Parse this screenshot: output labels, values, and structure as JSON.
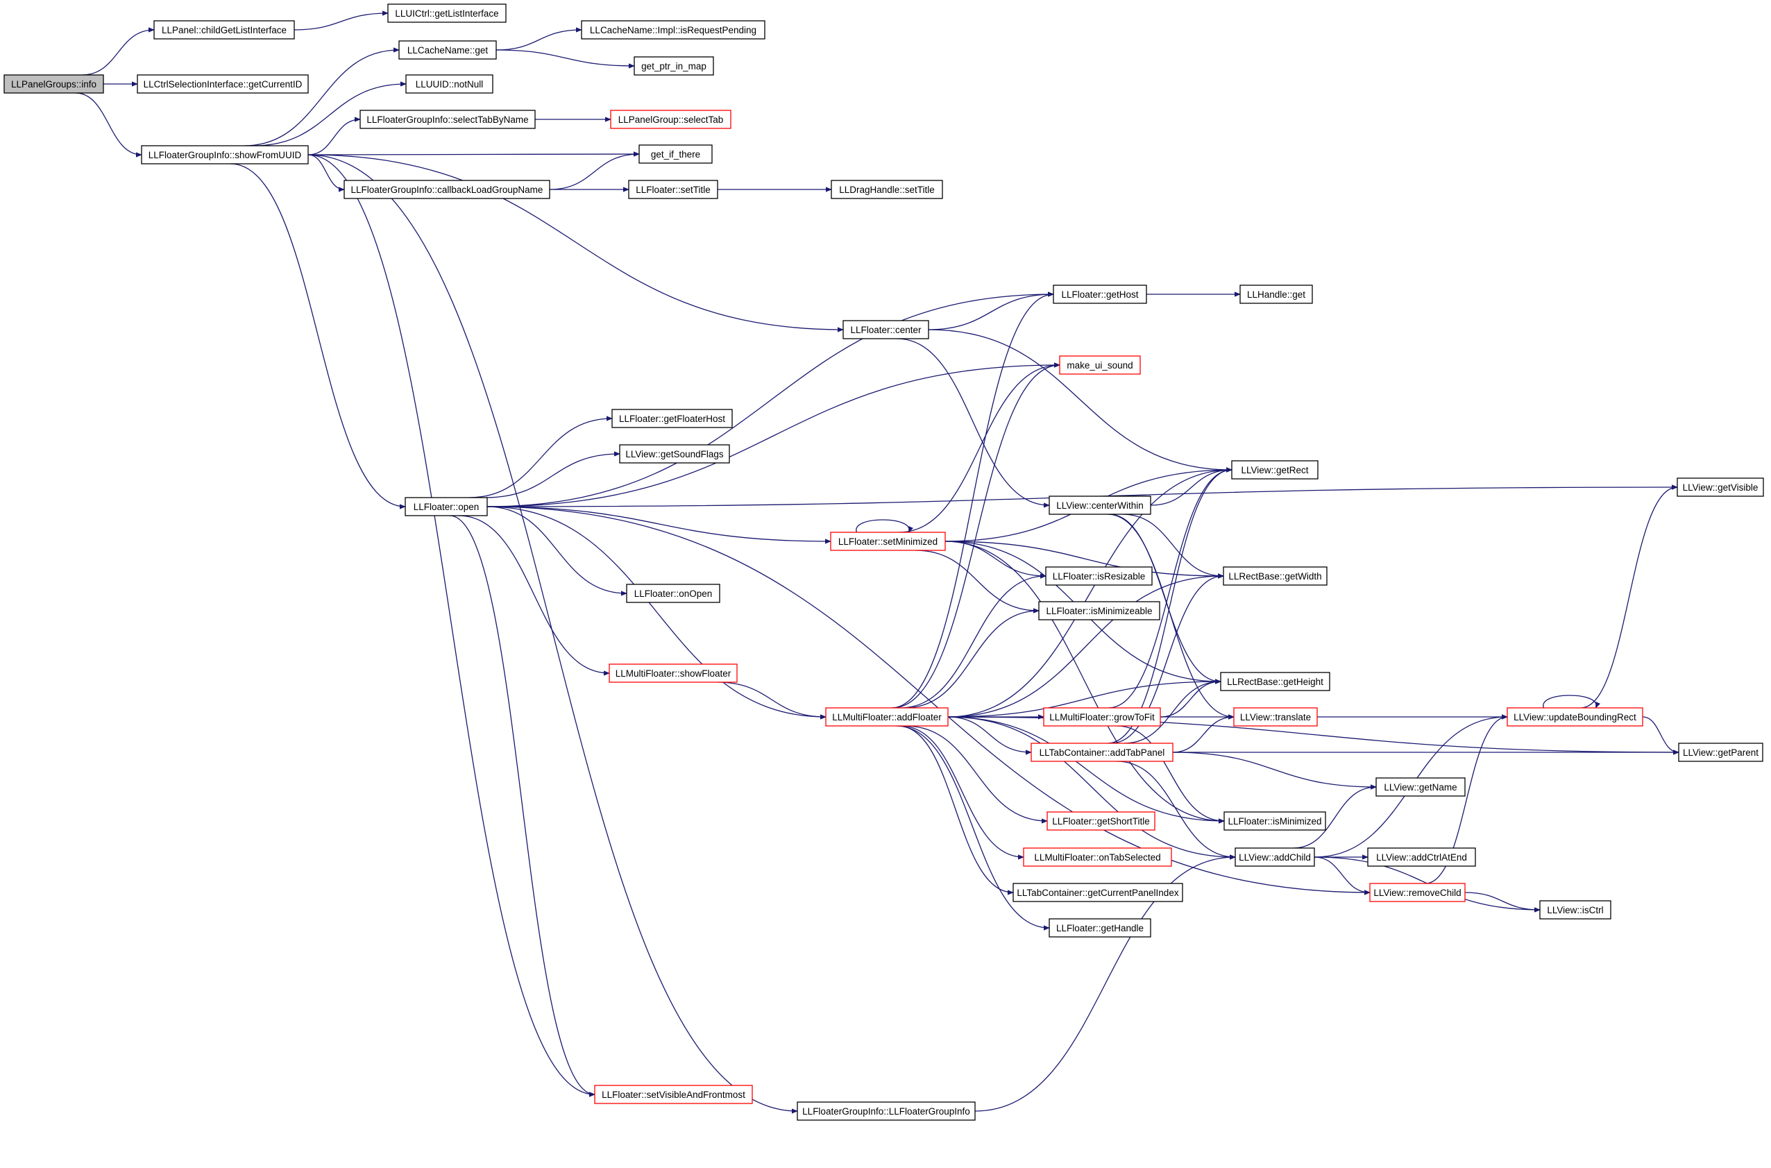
{
  "colors": {
    "edge": "#191970",
    "node_border": "#000000",
    "missing_border": "#ff0000",
    "root_fill": "#bfbfbf"
  },
  "nodes": [
    {
      "id": "n0",
      "label": "LLPanelGroups::info",
      "style": "root"
    },
    {
      "id": "n1",
      "label": "LLPanel::childGetListInterface",
      "style": "normal"
    },
    {
      "id": "n2",
      "label": "LLUICtrl::getListInterface",
      "style": "normal"
    },
    {
      "id": "n3",
      "label": "LLCtrlSelectionInterface::getCurrentID",
      "style": "normal"
    },
    {
      "id": "n4",
      "label": "LLFloaterGroupInfo::showFromUUID",
      "style": "normal"
    },
    {
      "id": "n5",
      "label": "LLCacheName::get",
      "style": "normal"
    },
    {
      "id": "n6",
      "label": "LLCacheName::Impl::isRequestPending",
      "style": "normal"
    },
    {
      "id": "n7",
      "label": "get_ptr_in_map",
      "style": "normal"
    },
    {
      "id": "n8",
      "label": "LLUUID::notNull",
      "style": "normal"
    },
    {
      "id": "n9",
      "label": "LLFloaterGroupInfo::selectTabByName",
      "style": "normal"
    },
    {
      "id": "n10",
      "label": "LLPanelGroup::selectTab",
      "style": "red"
    },
    {
      "id": "n11",
      "label": "get_if_there",
      "style": "normal"
    },
    {
      "id": "n12",
      "label": "LLFloaterGroupInfo::callbackLoadGroupName",
      "style": "normal"
    },
    {
      "id": "n13",
      "label": "LLFloater::setTitle",
      "style": "normal"
    },
    {
      "id": "n14",
      "label": "LLDragHandle::setTitle",
      "style": "normal"
    },
    {
      "id": "n15",
      "label": "LLFloater::getHost",
      "style": "normal"
    },
    {
      "id": "n16",
      "label": "LLHandle::get",
      "style": "normal"
    },
    {
      "id": "n17",
      "label": "LLFloater::center",
      "style": "normal"
    },
    {
      "id": "n18",
      "label": "make_ui_sound",
      "style": "red"
    },
    {
      "id": "n19",
      "label": "LLFloater::getFloaterHost",
      "style": "normal"
    },
    {
      "id": "n20",
      "label": "LLView::getSoundFlags",
      "style": "normal"
    },
    {
      "id": "n21",
      "label": "LLView::getRect",
      "style": "normal"
    },
    {
      "id": "n22",
      "label": "LLView::getVisible",
      "style": "normal"
    },
    {
      "id": "n23",
      "label": "LLFloater::open",
      "style": "normal"
    },
    {
      "id": "n24",
      "label": "LLView::centerWithin",
      "style": "normal"
    },
    {
      "id": "n25",
      "label": "LLFloater::setMinimized",
      "style": "red"
    },
    {
      "id": "n26",
      "label": "LLFloater::isResizable",
      "style": "normal"
    },
    {
      "id": "n27",
      "label": "LLRectBase::getWidth",
      "style": "normal"
    },
    {
      "id": "n28",
      "label": "LLFloater::onOpen",
      "style": "normal"
    },
    {
      "id": "n29",
      "label": "LLFloater::isMinimizeable",
      "style": "normal"
    },
    {
      "id": "n30",
      "label": "LLMultiFloater::showFloater",
      "style": "red"
    },
    {
      "id": "n31",
      "label": "LLRectBase::getHeight",
      "style": "normal"
    },
    {
      "id": "n32",
      "label": "LLMultiFloater::addFloater",
      "style": "red"
    },
    {
      "id": "n33",
      "label": "LLMultiFloater::growToFit",
      "style": "red"
    },
    {
      "id": "n34",
      "label": "LLView::translate",
      "style": "red"
    },
    {
      "id": "n35",
      "label": "LLView::updateBoundingRect",
      "style": "red"
    },
    {
      "id": "n36",
      "label": "LLTabContainer::addTabPanel",
      "style": "red"
    },
    {
      "id": "n37",
      "label": "LLView::getParent",
      "style": "normal"
    },
    {
      "id": "n38",
      "label": "LLView::getName",
      "style": "normal"
    },
    {
      "id": "n39",
      "label": "LLFloater::getShortTitle",
      "style": "red"
    },
    {
      "id": "n40",
      "label": "LLFloater::isMinimized",
      "style": "normal"
    },
    {
      "id": "n41",
      "label": "LLMultiFloater::onTabSelected",
      "style": "red"
    },
    {
      "id": "n42",
      "label": "LLView::addChild",
      "style": "normal"
    },
    {
      "id": "n43",
      "label": "LLView::addCtrlAtEnd",
      "style": "normal"
    },
    {
      "id": "n44",
      "label": "LLTabContainer::getCurrentPanelIndex",
      "style": "normal"
    },
    {
      "id": "n45",
      "label": "LLView::removeChild",
      "style": "red"
    },
    {
      "id": "n46",
      "label": "LLView::isCtrl",
      "style": "normal"
    },
    {
      "id": "n47",
      "label": "LLFloater::getHandle",
      "style": "normal"
    },
    {
      "id": "n48",
      "label": "LLFloater::setVisibleAndFrontmost",
      "style": "red"
    },
    {
      "id": "n49",
      "label": "LLFloaterGroupInfo::LLFloaterGroupInfo",
      "style": "normal"
    }
  ],
  "edges": [
    {
      "from": "n0",
      "to": "n1"
    },
    {
      "from": "n0",
      "to": "n3"
    },
    {
      "from": "n0",
      "to": "n4"
    },
    {
      "from": "n1",
      "to": "n2"
    },
    {
      "from": "n4",
      "to": "n5"
    },
    {
      "from": "n4",
      "to": "n8"
    },
    {
      "from": "n4",
      "to": "n9"
    },
    {
      "from": "n4",
      "to": "n11"
    },
    {
      "from": "n4",
      "to": "n12"
    },
    {
      "from": "n4",
      "to": "n17"
    },
    {
      "from": "n4",
      "to": "n23"
    },
    {
      "from": "n4",
      "to": "n48"
    },
    {
      "from": "n4",
      "to": "n49"
    },
    {
      "from": "n5",
      "to": "n6"
    },
    {
      "from": "n5",
      "to": "n7"
    },
    {
      "from": "n9",
      "to": "n10"
    },
    {
      "from": "n12",
      "to": "n11"
    },
    {
      "from": "n12",
      "to": "n13"
    },
    {
      "from": "n13",
      "to": "n14"
    },
    {
      "from": "n15",
      "to": "n16"
    },
    {
      "from": "n17",
      "to": "n15"
    },
    {
      "from": "n17",
      "to": "n21"
    },
    {
      "from": "n17",
      "to": "n24"
    },
    {
      "from": "n23",
      "to": "n15"
    },
    {
      "from": "n23",
      "to": "n18"
    },
    {
      "from": "n23",
      "to": "n19"
    },
    {
      "from": "n23",
      "to": "n20"
    },
    {
      "from": "n23",
      "to": "n22"
    },
    {
      "from": "n23",
      "to": "n25"
    },
    {
      "from": "n23",
      "to": "n28"
    },
    {
      "from": "n23",
      "to": "n30"
    },
    {
      "from": "n23",
      "to": "n32"
    },
    {
      "from": "n23",
      "to": "n45"
    },
    {
      "from": "n23",
      "to": "n48"
    },
    {
      "from": "n24",
      "to": "n21"
    },
    {
      "from": "n24",
      "to": "n27"
    },
    {
      "from": "n24",
      "to": "n31"
    },
    {
      "from": "n24",
      "to": "n34"
    },
    {
      "from": "n25",
      "to": "n25"
    },
    {
      "from": "n25",
      "to": "n18"
    },
    {
      "from": "n25",
      "to": "n21"
    },
    {
      "from": "n25",
      "to": "n26"
    },
    {
      "from": "n25",
      "to": "n29"
    },
    {
      "from": "n25",
      "to": "n27"
    },
    {
      "from": "n25",
      "to": "n31"
    },
    {
      "from": "n25",
      "to": "n40"
    },
    {
      "from": "n30",
      "to": "n32"
    },
    {
      "from": "n32",
      "to": "n15"
    },
    {
      "from": "n32",
      "to": "n18"
    },
    {
      "from": "n32",
      "to": "n21"
    },
    {
      "from": "n32",
      "to": "n26"
    },
    {
      "from": "n32",
      "to": "n29"
    },
    {
      "from": "n32",
      "to": "n27"
    },
    {
      "from": "n32",
      "to": "n31"
    },
    {
      "from": "n32",
      "to": "n33"
    },
    {
      "from": "n32",
      "to": "n36"
    },
    {
      "from": "n32",
      "to": "n39"
    },
    {
      "from": "n32",
      "to": "n41"
    },
    {
      "from": "n32",
      "to": "n44"
    },
    {
      "from": "n32",
      "to": "n47"
    },
    {
      "from": "n32",
      "to": "n40"
    },
    {
      "from": "n32",
      "to": "n42"
    },
    {
      "from": "n32",
      "to": "n37"
    },
    {
      "from": "n33",
      "to": "n21"
    },
    {
      "from": "n33",
      "to": "n31"
    },
    {
      "from": "n33",
      "to": "n34"
    },
    {
      "from": "n33",
      "to": "n40"
    },
    {
      "from": "n34",
      "to": "n35"
    },
    {
      "from": "n35",
      "to": "n35"
    },
    {
      "from": "n35",
      "to": "n22"
    },
    {
      "from": "n35",
      "to": "n37"
    },
    {
      "from": "n36",
      "to": "n21"
    },
    {
      "from": "n36",
      "to": "n27"
    },
    {
      "from": "n36",
      "to": "n31"
    },
    {
      "from": "n36",
      "to": "n34"
    },
    {
      "from": "n36",
      "to": "n37"
    },
    {
      "from": "n36",
      "to": "n38"
    },
    {
      "from": "n36",
      "to": "n42"
    },
    {
      "from": "n42",
      "to": "n38"
    },
    {
      "from": "n42",
      "to": "n43"
    },
    {
      "from": "n42",
      "to": "n45"
    },
    {
      "from": "n42",
      "to": "n46"
    },
    {
      "from": "n42",
      "to": "n35"
    },
    {
      "from": "n45",
      "to": "n46"
    },
    {
      "from": "n45",
      "to": "n35"
    },
    {
      "from": "n49",
      "to": "n42"
    }
  ]
}
